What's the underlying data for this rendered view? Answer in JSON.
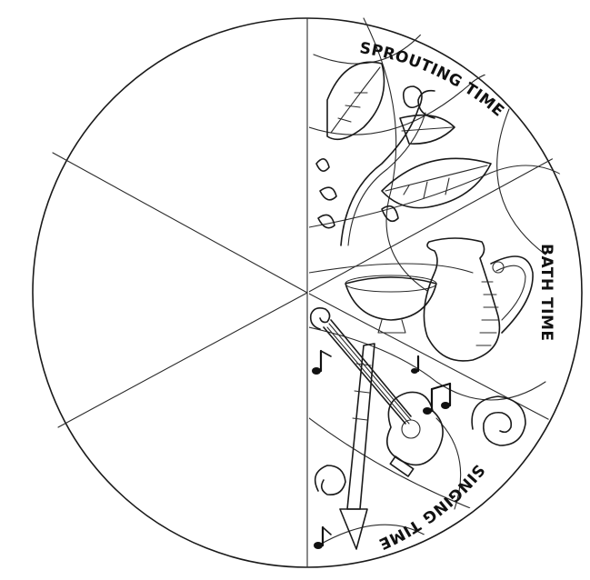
{
  "wheel": {
    "segments_total": 6,
    "segments_illustrated": 3,
    "line_color": "#1a1a1a",
    "background": "#ffffff"
  },
  "labels": {
    "sprouting": "SPROUTING TIME",
    "bath": "BATH TIME",
    "singing": "SINGING TIME"
  },
  "icons": [
    "leaf-icon",
    "pitcher-icon",
    "bowl-icon",
    "guitar-icon",
    "horn-icon",
    "music-note-icon",
    "spiral-icon"
  ]
}
